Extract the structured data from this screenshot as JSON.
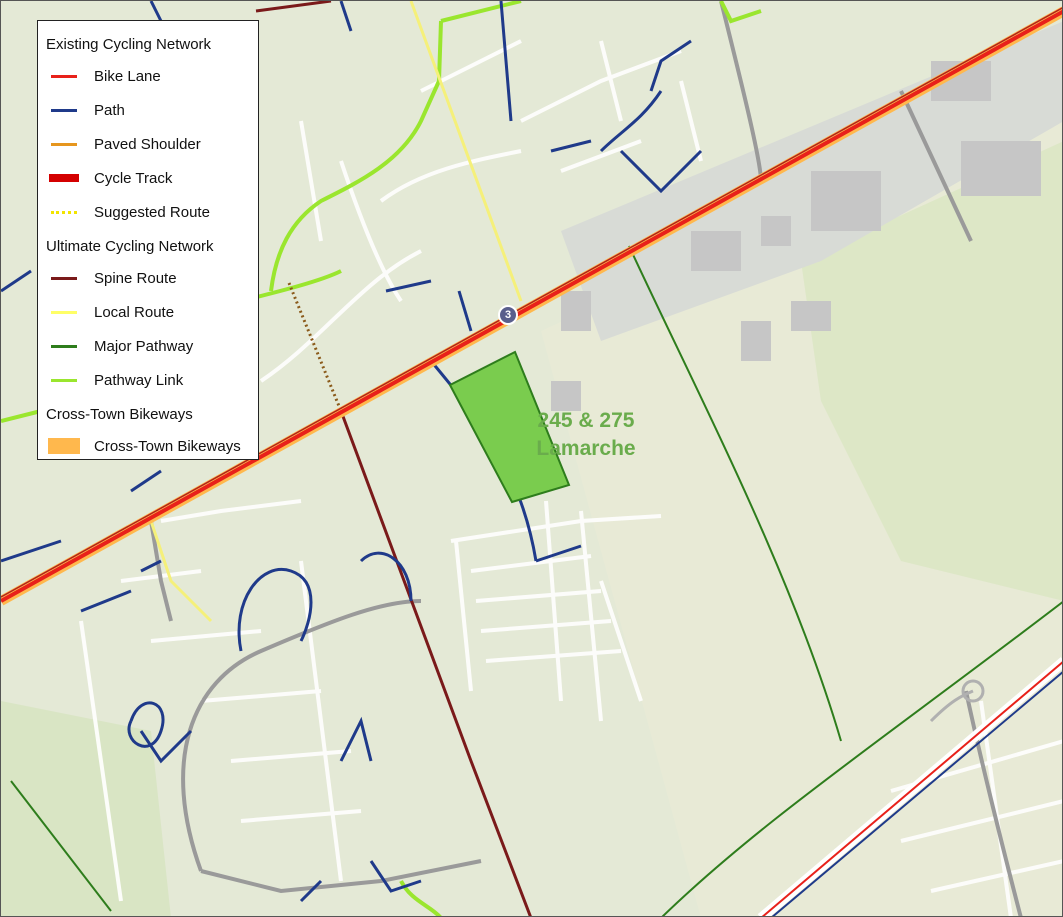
{
  "legend": {
    "existing_title": "Existing Cycling Network",
    "existing_items": [
      {
        "label": "Bike Lane",
        "color": "#e8211a",
        "style": "line"
      },
      {
        "label": "Path",
        "color": "#1f3a8a",
        "style": "line"
      },
      {
        "label": "Paved Shoulder",
        "color": "#e6961e",
        "style": "line"
      },
      {
        "label": "Cycle Track",
        "color": "#d40000",
        "style": "thick"
      },
      {
        "label": "Suggested Route",
        "color": "#f2e400",
        "style": "dots"
      }
    ],
    "ultimate_title": "Ultimate Cycling Network",
    "ultimate_items": [
      {
        "label": "Spine Route",
        "color": "#7a1a1a",
        "style": "line"
      },
      {
        "label": "Local Route",
        "color": "#ffff66",
        "style": "line"
      },
      {
        "label": "Major Pathway",
        "color": "#2e7d1c",
        "style": "line"
      },
      {
        "label": "Pathway Link",
        "color": "#9ae62e",
        "style": "line"
      }
    ],
    "crosstown_title": "Cross-Town Bikeways",
    "crosstown_items": [
      {
        "label": "Cross-Town Bikeways",
        "color": "#ffb84d",
        "style": "block"
      }
    ]
  },
  "site": {
    "label_line1": "245 & 275",
    "label_line2": "Lamarche",
    "fill_color": "#7acc4e"
  },
  "highway_badge": "3"
}
